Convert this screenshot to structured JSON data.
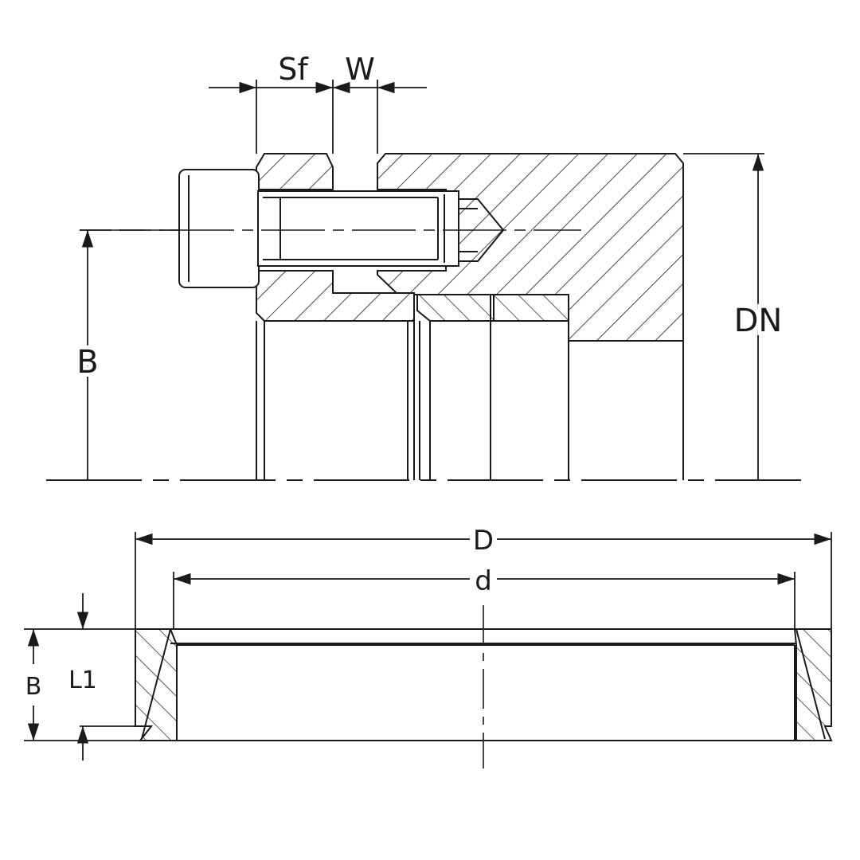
{
  "top_view": {
    "dimensions": {
      "sf": "Sf",
      "w": "W",
      "b": "B",
      "dn": "DN"
    }
  },
  "bottom_view": {
    "dimensions": {
      "d_outer": "D",
      "d_inner": "d",
      "b": "B",
      "l1": "L1"
    }
  }
}
